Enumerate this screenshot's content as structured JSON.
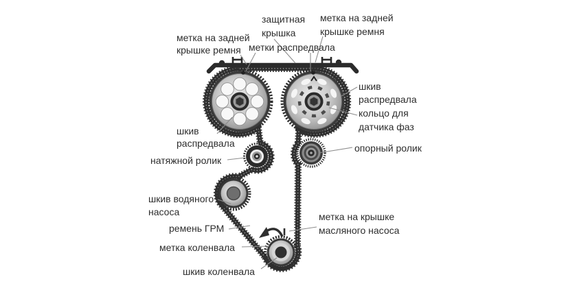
{
  "palette": {
    "ink": "#2d2d2d",
    "belt": "#2f2f2f",
    "metal_dark": "#3a3a3a",
    "metal_light": "#d9d9d9",
    "leader_line": "#8c8c8c",
    "background": "#ffffff"
  },
  "diagram": {
    "title_implicit": "Схема привода ГРМ",
    "labels": {
      "rear_cover_mark_left": {
        "lines": [
          "метка на задней",
          "крышке ремня"
        ]
      },
      "protective_cover": {
        "lines": [
          "защитная",
          "крышка"
        ]
      },
      "camshaft_marks": {
        "lines": [
          "метки распредвала"
        ]
      },
      "rear_cover_mark_right": {
        "lines": [
          "метка на задней",
          "крышке ремня"
        ]
      },
      "camshaft_pulley_right": {
        "lines": [
          "шкив",
          "распредвала"
        ]
      },
      "phase_sensor_ring": {
        "lines": [
          "кольцо для",
          "датчика фаз"
        ]
      },
      "support_roller": {
        "lines": [
          "опорный ролик"
        ]
      },
      "camshaft_pulley_left": {
        "lines": [
          "шкив",
          "распредвала"
        ]
      },
      "tensioner_roller": {
        "lines": [
          "натяжной ролик"
        ]
      },
      "water_pump_pulley": {
        "lines": [
          "шкив водяного",
          "насоса"
        ]
      },
      "timing_belt": {
        "lines": [
          "ремень ГРМ"
        ]
      },
      "crankshaft_mark": {
        "lines": [
          "метка коленвала"
        ]
      },
      "crankshaft_pulley": {
        "lines": [
          "шкив коленвала"
        ]
      },
      "oil_pump_cover_mark": {
        "lines": [
          "метка на крышке",
          "масляного насоса"
        ]
      }
    }
  }
}
